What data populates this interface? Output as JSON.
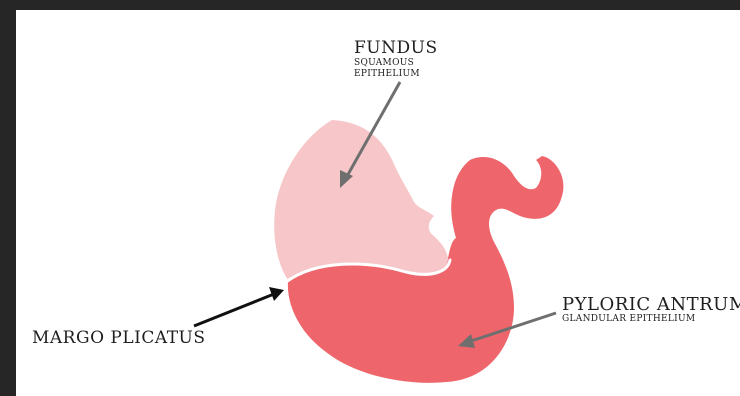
{
  "labels": {
    "fundus": {
      "title": "Fundus",
      "subtitle_line1": "Squamous",
      "subtitle_line2": "epithelium"
    },
    "pyloric_antrum": {
      "title": "Pyloric Antrum",
      "subtitle": "Glandular epithelium"
    },
    "margo_plicatus": {
      "title": "Margo Plicatus"
    }
  },
  "colors": {
    "fundus_region": "#f6c6c8",
    "antrum_region": "#ee666b",
    "divider_line": "#ffffff",
    "arrow_dark": "#111111",
    "arrow_gray": "#6f6f6f",
    "text": "#1e1e1e",
    "frame": "#262626",
    "background": "#ffffff"
  }
}
